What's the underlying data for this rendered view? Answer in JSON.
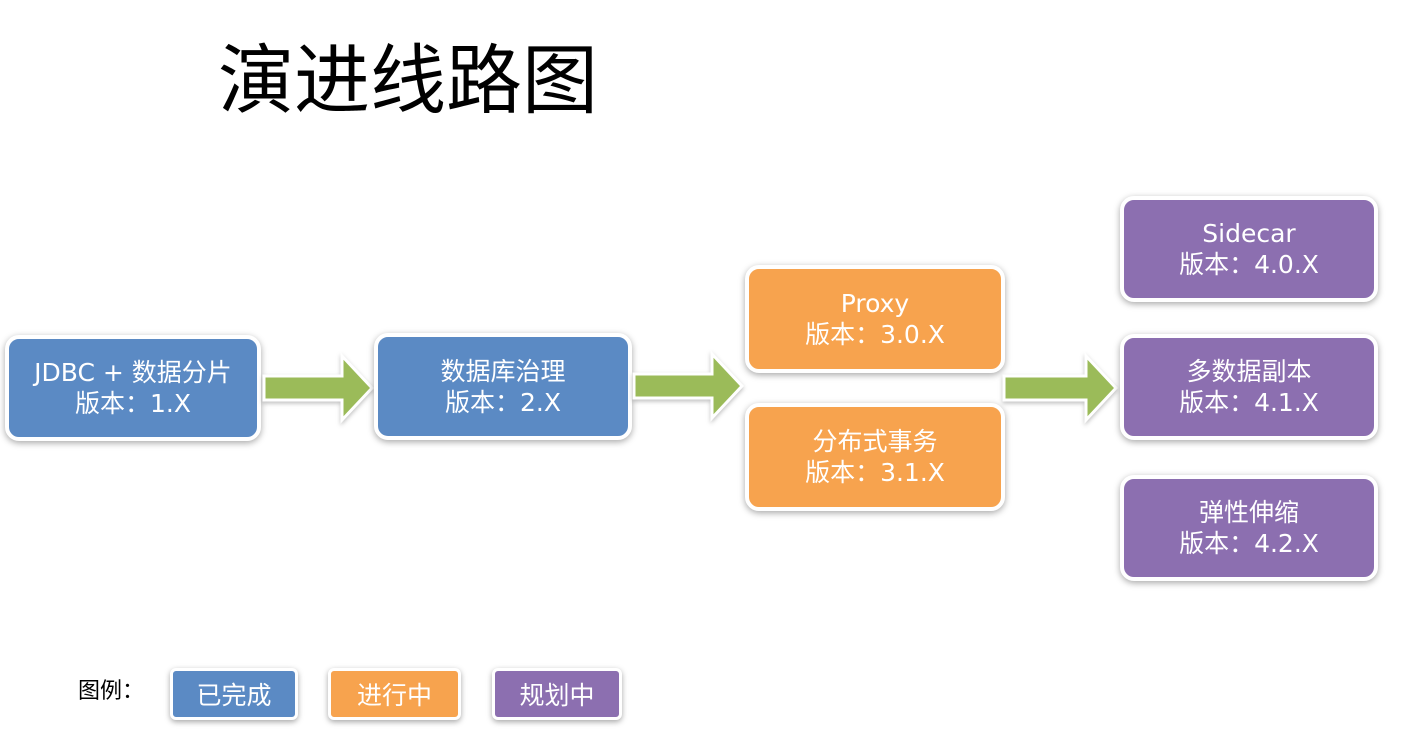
{
  "title": "演进线路图",
  "colors": {
    "done": "#5b8ac4",
    "in_progress": "#f7a34e",
    "planned": "#8c6fb0",
    "arrow": "#9bbb59"
  },
  "nodes": {
    "jdbc": {
      "line1": "JDBC + 数据分片",
      "line2": "版本：1.X"
    },
    "governance": {
      "line1": "数据库治理",
      "line2": "版本：2.X"
    },
    "proxy": {
      "line1": "Proxy",
      "line2": "版本：3.0.X"
    },
    "transaction": {
      "line1": "分布式事务",
      "line2": "版本：3.1.X"
    },
    "sidecar": {
      "line1": "Sidecar",
      "line2": "版本：4.0.X"
    },
    "replica": {
      "line1": "多数据副本",
      "line2": "版本：4.1.X"
    },
    "elastic": {
      "line1": "弹性伸缩",
      "line2": "版本：4.2.X"
    }
  },
  "legend": {
    "label": "图例：",
    "done": "已完成",
    "in_progress": "进行中",
    "planned": "规划中"
  }
}
